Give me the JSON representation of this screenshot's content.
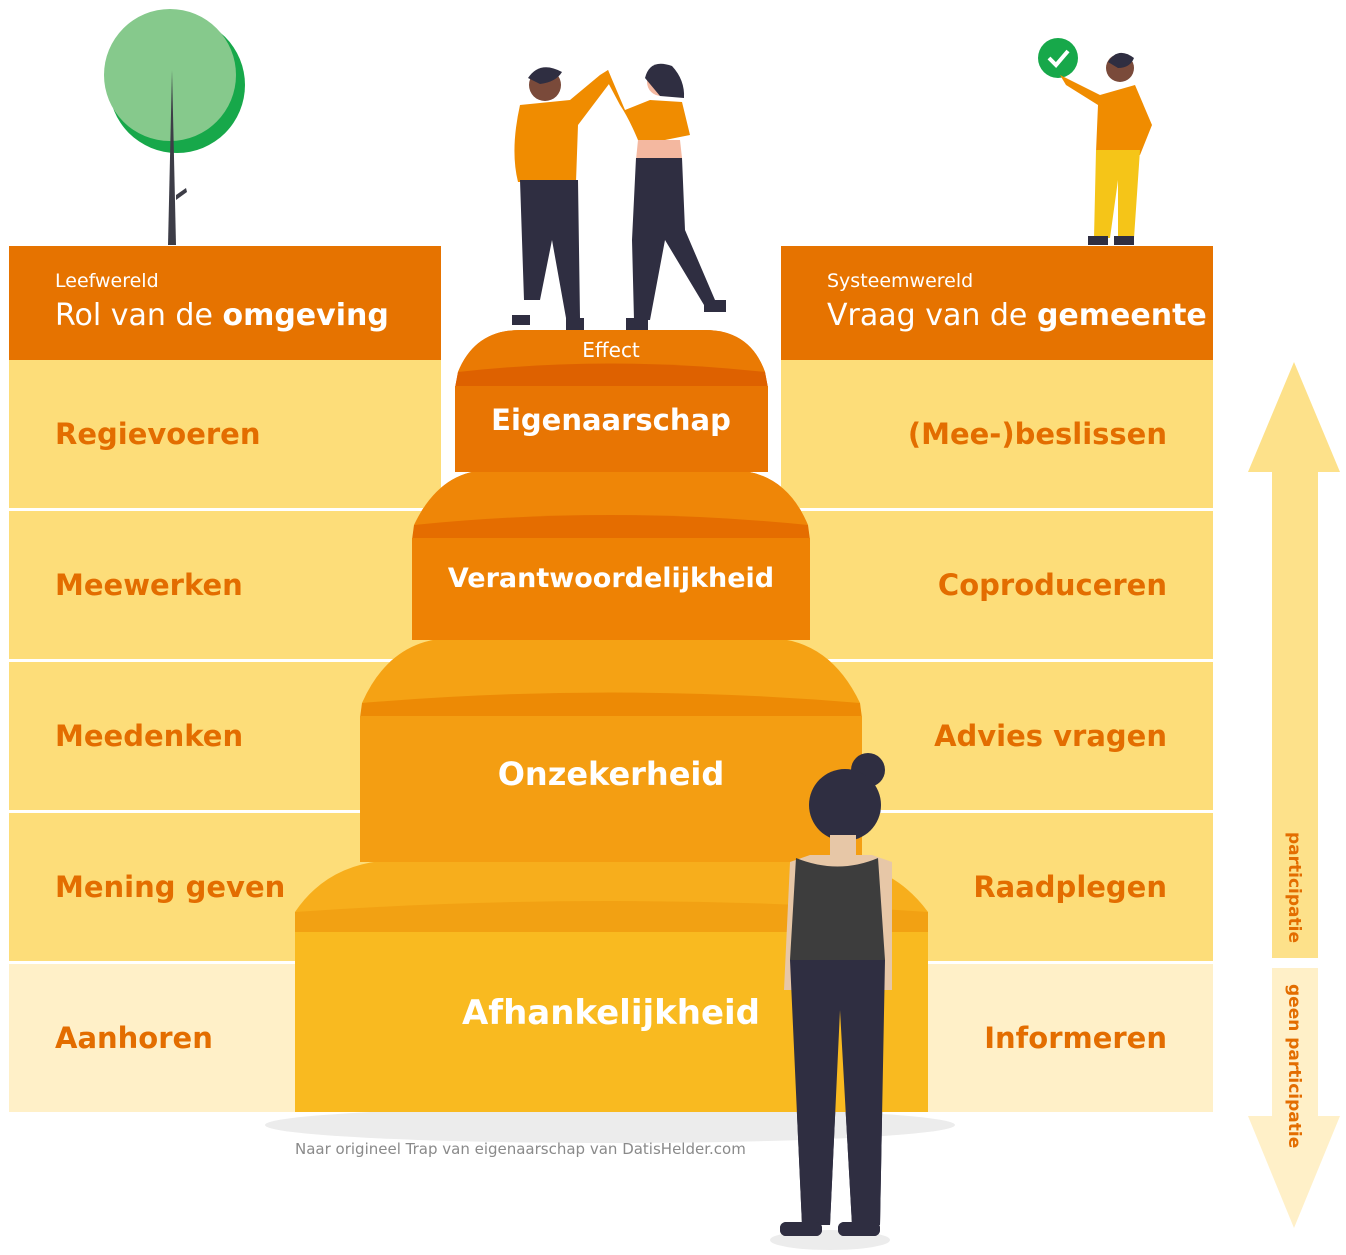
{
  "left": {
    "header_sub": "Leefwereld",
    "header_main_plain": "Rol van de ",
    "header_main_bold": "omgeving",
    "rows": [
      "Regievoeren",
      "Meewerken",
      "Meedenken",
      "Mening geven",
      "Aanhoren"
    ]
  },
  "right": {
    "header_sub": "Systeemwereld",
    "header_main_plain": "Vraag van de ",
    "header_main_bold": "gemeente",
    "rows": [
      "(Mee-)beslissen",
      "Coproduceren",
      "Advies vragen",
      "Raadplegen",
      "Informeren"
    ]
  },
  "stairs": {
    "top_label": "Effect",
    "steps": [
      "Eigenaarschap",
      "Verantwoordelijkheid",
      "Onzekerheid",
      "Afhankelijkheid"
    ]
  },
  "arrow": {
    "up_label": "participatie",
    "down_label": "geen participatie"
  },
  "credit": "Naar origineel Trap van eigenaarschap van DatisHelder.com",
  "colors": {
    "header_orange": "#e67300",
    "row_yellow": "#fddd79",
    "row_pale": "#fff0c8",
    "text_orange": "#e36d00",
    "arrow_yellow": "#fde18a",
    "arrow_pale": "#fff0c8"
  },
  "icons": [
    "tree-icon",
    "high-five-people-icon",
    "person-check-icon",
    "woman-back-icon"
  ]
}
